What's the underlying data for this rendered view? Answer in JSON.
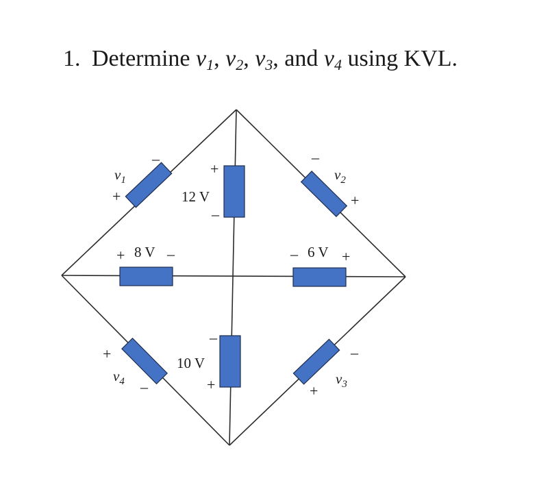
{
  "question": {
    "number": "1.",
    "prefix": "Determine ",
    "v1": "v",
    "v1_sub": "1",
    "sep1": ", ",
    "v2": "v",
    "v2_sub": "2",
    "sep2": ", ",
    "v3": "v",
    "v3_sub": "3",
    "sep3": ", and ",
    "v4": "v",
    "v4_sub": "4",
    "suffix": " using KVL."
  },
  "circuit": {
    "top_left": {
      "name": "v",
      "sub": "1",
      "plus": "+",
      "minus": "–"
    },
    "top_right": {
      "name": "v",
      "sub": "2",
      "plus": "+",
      "minus": "–"
    },
    "bottom_right": {
      "name": "v",
      "sub": "3",
      "plus": "+",
      "minus": "–"
    },
    "bottom_left": {
      "name": "v",
      "sub": "4",
      "plus": "+",
      "minus": "–"
    },
    "upper_vertical": {
      "label": "12 V",
      "plus": "+",
      "minus": "–"
    },
    "lower_vertical": {
      "label": "10 V",
      "plus": "+",
      "minus": "–"
    },
    "left_horizontal": {
      "label": "8 V",
      "plus": "+",
      "minus": "–"
    },
    "right_horizontal": {
      "label": "6 V",
      "plus": "+",
      "minus": "–"
    }
  },
  "colors": {
    "resistor": "#4472c4",
    "wire": "#2b2b2b",
    "text": "#1a1a1a"
  }
}
